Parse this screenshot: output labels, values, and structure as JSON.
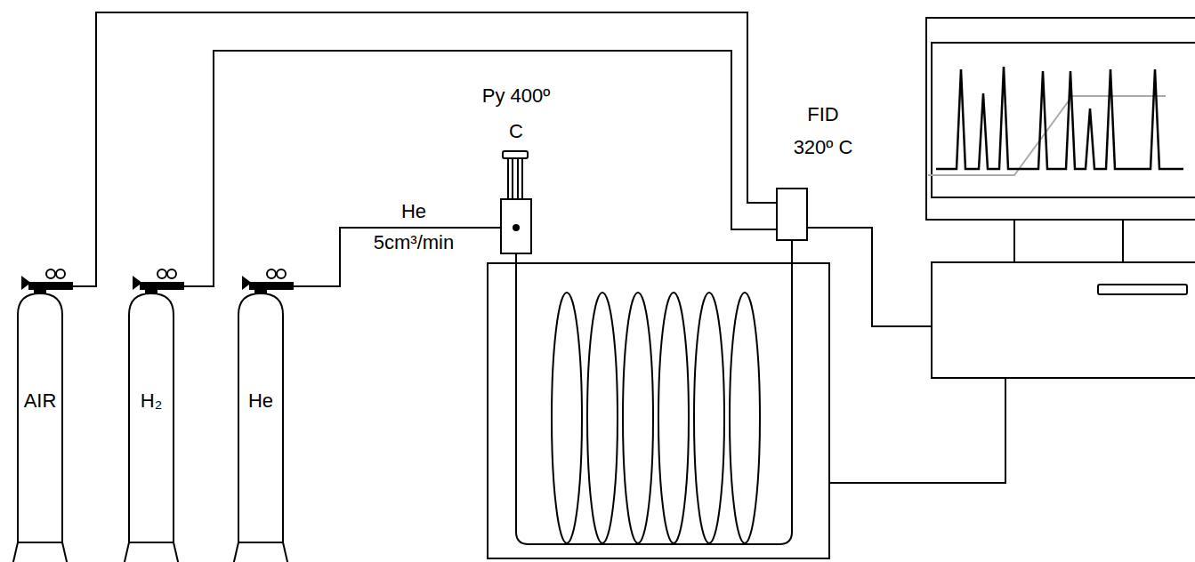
{
  "diagram": {
    "nodes": [
      {
        "text": [
          "AIR"
        ]
      },
      {
        "text": [
          "H₂"
        ]
      },
      {
        "text": [
          "He"
        ]
      },
      {
        "text": [
          "Py 400º C"
        ]
      },
      {
        "text": [
          "FID 320º C"
        ]
      }
    ],
    "edges": [
      {
        "from": 0,
        "to": 4,
        "arrow": "none"
      },
      {
        "from": 1,
        "to": 4,
        "arrow": "none"
      },
      {
        "from": 2,
        "to": 3,
        "label": "He 5cm³/min",
        "arrow": "none"
      },
      {
        "from": 3,
        "to": 4,
        "arrow": "none"
      }
    ]
  }
}
